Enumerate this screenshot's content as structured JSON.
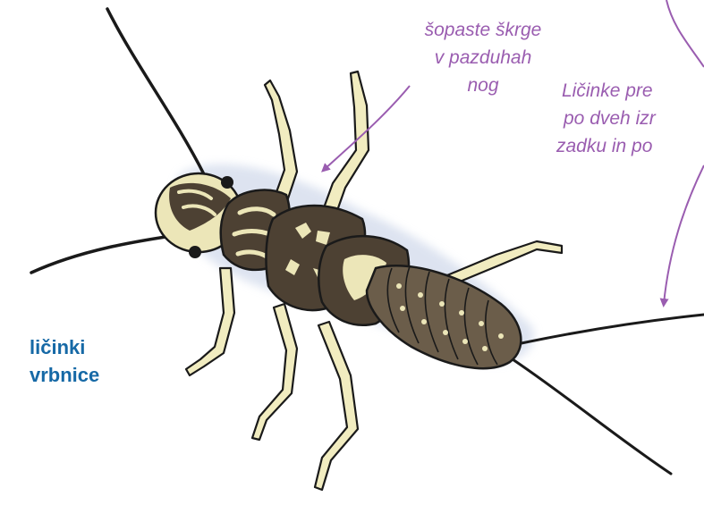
{
  "labels": {
    "gills": [
      "šopaste škrge",
      "v pazduhah",
      "nog"
    ],
    "note": [
      "Ličinke pre",
      "po dveh izr",
      "zadku in po"
    ],
    "title": [
      "ličinki",
      "vrbnice"
    ]
  },
  "colors": {
    "annotation": "#9a5db0",
    "title": "#1669a6",
    "body_dark": "#4d4133",
    "body_light": "#ece6b8",
    "legs": "#f1ecc0",
    "outline": "#1a1a1a",
    "shadow": "#cfd8ea"
  }
}
